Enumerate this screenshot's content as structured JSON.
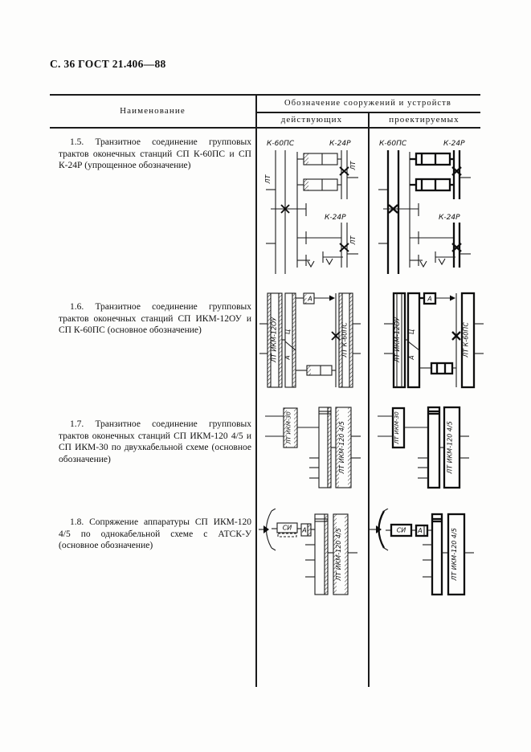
{
  "page": {
    "header": "С. 36 ГОСТ 21.406—88"
  },
  "table": {
    "columns": {
      "name": "Наименование",
      "designation": "Обозначение сооружений и устройств",
      "existing": "действующих",
      "projected": "проектируемых"
    },
    "rows": [
      {
        "text": "1.5. Транзитное соединение групповых трактов оконечных станций СП К-60ПС и СП К-24Р (упрощенное обозначение)"
      },
      {
        "text": "1.6. Транзитное соединение групповых трактов оконечных станций СП ИКМ-12ОУ и СП К-60ПС (основное обозначение)"
      },
      {
        "text": "1.7. Транзитное соединение групповых трактов оконечных станций СП ИКМ-120 4/5 и СП ИКМ-30 по двухкабельной схеме (основное обозначение)"
      },
      {
        "text": "1.8. Сопряжение аппаратуры СП ИКМ-120 4/5 по однокабельной схеме с АТСК-У (основное обозначение)"
      }
    ]
  },
  "diagrams": {
    "r15": {
      "station_left": "К-60ПС",
      "station_right": "К-24Р",
      "station_mid": "К-24Р",
      "lt": "ЛТ"
    },
    "r16": {
      "lt_ikm120u": "ЛТ ИКМ-12ОУ",
      "ts": "Ц",
      "a": "А",
      "a_box": "А",
      "lt_k60ps": "ЛТ К-60ПС"
    },
    "r17": {
      "lt_ikm30": "ЛТ ИКМ-30",
      "lt_ikm120": "ЛТ ИКМ-120 4/5"
    },
    "r18": {
      "si": "СИ",
      "a": "А",
      "lt_ikm120": "ЛТ ИКМ-120 4/5"
    }
  },
  "colors": {
    "ink": "#1b1b1b",
    "paper": "#fdfdfc"
  }
}
